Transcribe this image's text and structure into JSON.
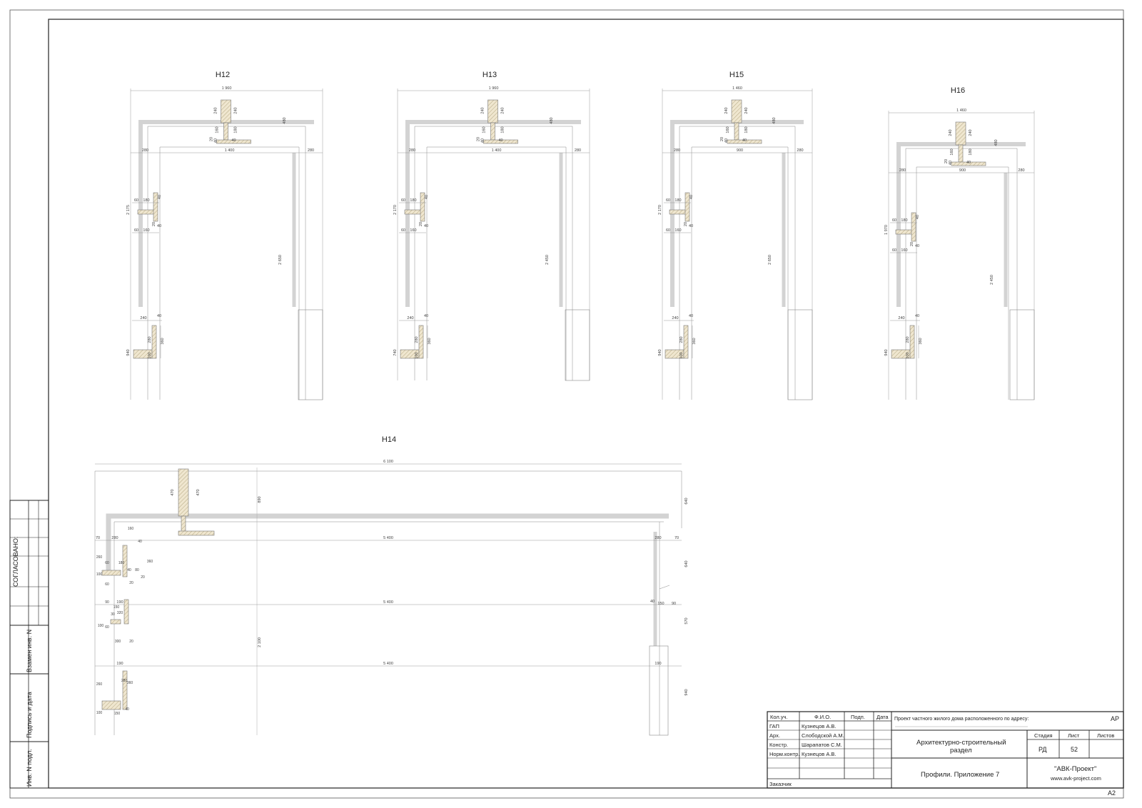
{
  "drawings": [
    {
      "id": "H12",
      "title": "H12",
      "dims": {
        "total_width": "1 960",
        "open_width": "1 400",
        "side_left": "280",
        "side_right": "280",
        "height": "2 175",
        "right_height": "2 650",
        "head": "480",
        "bottom": "940",
        "top_a": "240",
        "top_b": "240",
        "top_c": "160",
        "top_d": "180",
        "top_e": "20",
        "top_f": "40",
        "top_g": "40",
        "mid_a": "60",
        "mid_b": "180",
        "mid_c": "60",
        "mid_d": "160",
        "mid_e": "40",
        "mid_f": "20",
        "mid_g": "40",
        "bot_a": "240",
        "bot_b": "40",
        "bot_c": "280",
        "bot_d": "360",
        "bot_e": "100"
      }
    },
    {
      "id": "H13",
      "title": "H13",
      "dims": {
        "total_width": "1 960",
        "open_width": "1 400",
        "side_left": "280",
        "side_right": "280",
        "height": "2 170",
        "right_height": "2 450",
        "head": "480",
        "bottom": "740",
        "top_a": "240",
        "top_b": "240",
        "top_c": "160",
        "top_d": "180",
        "top_e": "20",
        "top_f": "40",
        "top_g": "40",
        "mid_a": "60",
        "mid_b": "180",
        "mid_c": "60",
        "mid_d": "160",
        "mid_e": "40",
        "mid_f": "20",
        "mid_g": "40",
        "bot_a": "240",
        "bot_b": "40",
        "bot_c": "280",
        "bot_d": "360",
        "bot_e": "100"
      }
    },
    {
      "id": "H15",
      "title": "H15",
      "dims": {
        "total_width": "1 460",
        "open_width": "900",
        "side_left": "280",
        "side_right": "280",
        "height": "2 170",
        "right_height": "2 650",
        "head": "480",
        "bottom": "940",
        "top_a": "240",
        "top_b": "240",
        "top_c": "160",
        "top_d": "180",
        "top_e": "20",
        "top_f": "40",
        "top_g": "40",
        "mid_a": "60",
        "mid_b": "180",
        "mid_c": "60",
        "mid_d": "160",
        "mid_e": "40",
        "mid_f": "20",
        "mid_g": "40",
        "bot_a": "240",
        "bot_b": "40",
        "bot_c": "280",
        "bot_d": "360",
        "bot_e": "100"
      }
    },
    {
      "id": "H16",
      "title": "H16",
      "dims": {
        "total_width": "1 460",
        "open_width": "900",
        "side_left": "280",
        "side_right": "280",
        "height": "1 970",
        "right_height": "2 450",
        "head": "480",
        "bottom": "940",
        "top_a": "240",
        "top_b": "240",
        "top_c": "160",
        "top_d": "180",
        "top_e": "20",
        "top_f": "40",
        "top_g": "40",
        "mid_a": "60",
        "mid_b": "180",
        "mid_c": "60",
        "mid_d": "160",
        "mid_e": "40",
        "mid_f": "20",
        "mid_g": "40",
        "bot_a": "240",
        "bot_b": "40",
        "bot_c": "280",
        "bot_d": "360",
        "bot_e": "100"
      }
    }
  ],
  "h14": {
    "title": "H14",
    "total_width": "6 100",
    "open_width": "5 400",
    "left_side": "280",
    "right_side": "280",
    "left_edge": "70",
    "right_edge": "70",
    "top_block": "470",
    "top_block_b": "470",
    "top_height": "890",
    "height": "2 100",
    "right_dims": [
      "640",
      "640",
      "570",
      "940"
    ],
    "row2_left": "190",
    "row2_right": "150",
    "row2_right_b": "90",
    "row2_right_c": "40",
    "row3_left": "190",
    "row3_right": "190",
    "small_labels": [
      "160",
      "40",
      "20",
      "180",
      "60",
      "20",
      "260",
      "100",
      "360",
      "80",
      "40",
      "90",
      "320",
      "30",
      "150",
      "100",
      "300",
      "60",
      "60",
      "280",
      "20",
      "150",
      "100",
      "260",
      "360",
      "40"
    ]
  },
  "title_block": {
    "headers": [
      "Кол.уч.",
      "Ф.И.О.",
      "Подп.",
      "Дата"
    ],
    "rows": [
      {
        "role": "ГАП",
        "name": "Кузнецов А.В."
      },
      {
        "role": "Арх.",
        "name": "Слободской А.М."
      },
      {
        "role": "Констр.",
        "name": "Шарапатов С.М."
      },
      {
        "role": "Норм.контр.",
        "name": "Кузнецов А.В."
      }
    ],
    "customer": "Заказчик",
    "project": "Проект частного жилого дома расположенного по адресу:",
    "code": "АР",
    "section_line1": "Архитектурно-строительный",
    "section_line2": "раздел",
    "stage_label": "Стадия",
    "sheet_label": "Лист",
    "sheets_label": "Листов",
    "stage": "РД",
    "sheet": "52",
    "sheets": "",
    "drawing_title": "Профили. Приложение 7",
    "company": "\"АВК-Проект\"",
    "website": "www.avk-project.com",
    "format": "A2"
  },
  "side_stamp": {
    "approved": "СОГЛАСОВАНО:",
    "replace": "Взамен инв. N",
    "sign_date": "Подпись и дата",
    "inv": "Инв. N подл."
  }
}
